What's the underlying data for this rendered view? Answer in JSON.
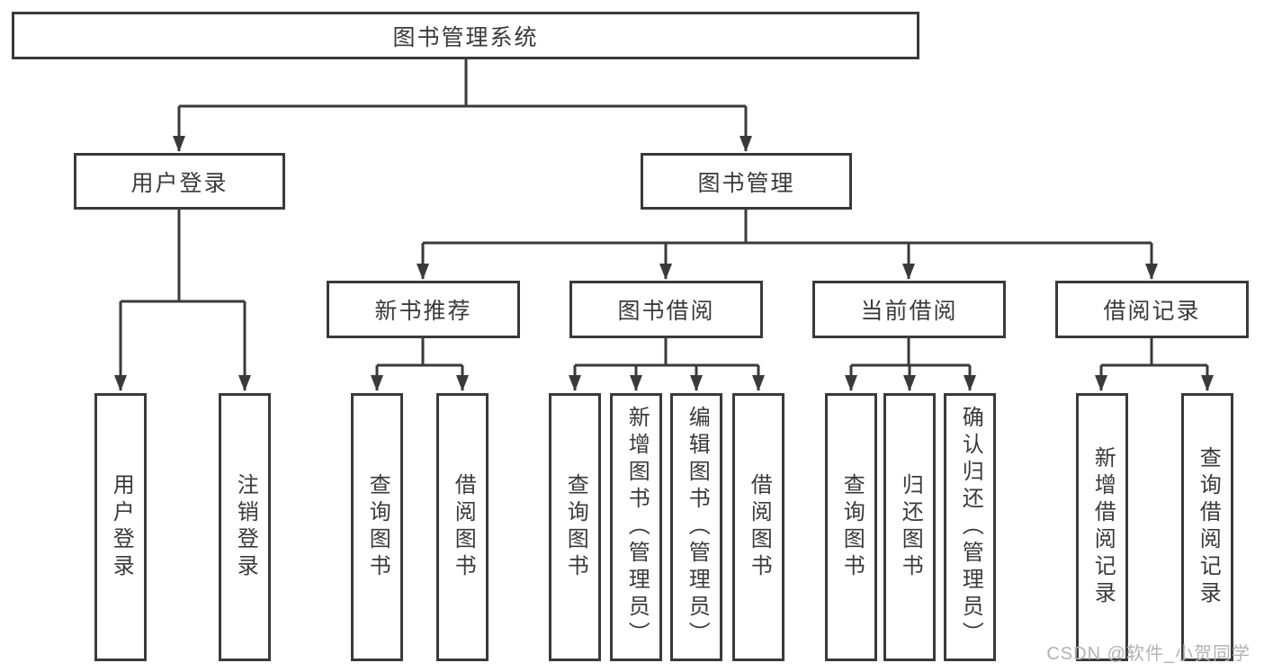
{
  "root": {
    "label": "图书管理系统"
  },
  "user_login": {
    "label": "用户登录",
    "children": [
      "用户登录",
      "注销登录"
    ]
  },
  "book_management": {
    "label": "图书管理"
  },
  "modules": [
    {
      "label": "新书推荐",
      "children": [
        "查询图书",
        "借阅图书"
      ]
    },
    {
      "label": "图书借阅",
      "children": [
        "查询图书",
        "新增图书（管理员）",
        "编辑图书（管理员）",
        "借阅图书"
      ]
    },
    {
      "label": "当前借阅",
      "children": [
        "查询图书",
        "归还图书",
        "确认归还（管理员）"
      ]
    },
    {
      "label": "借阅记录",
      "children": [
        "新增借阅记录",
        "查询借阅记录"
      ]
    }
  ],
  "watermark": "CSDN @软件_小贺同学",
  "colors": {
    "line": "#3a3a3a",
    "text": "#3a3a3a",
    "watermark": "#b2b2b7",
    "background": "#ffffff"
  }
}
